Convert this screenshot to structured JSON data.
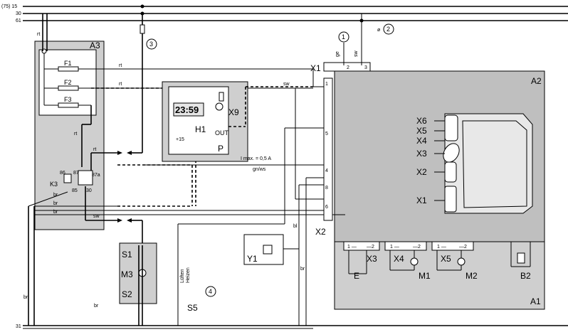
{
  "rails": {
    "r15": "(75) 15",
    "r30": "30",
    "r61": "61",
    "r31": "31"
  },
  "callouts": {
    "c1": "1",
    "c2": "2",
    "c3": "3",
    "c4": "4",
    "c2_prefix": "ø"
  },
  "components": {
    "A1": "A1",
    "A2": "A2",
    "A3": "A3",
    "F1": "F1",
    "F2": "F2",
    "F3": "F3",
    "K3": "K3",
    "H1": "H1",
    "P": "P",
    "X9": "X9",
    "X1_top": "X1",
    "X2_side": "X2",
    "X1": "X1",
    "X2": "X2",
    "X3": "X3",
    "X4": "X4",
    "X5": "X5",
    "X6": "X6",
    "Y1": "Y1",
    "S1": "S1",
    "S2": "S2",
    "M3": "M3",
    "S5": "S5",
    "E": "E",
    "M1": "M1",
    "M2": "M2",
    "B2": "B2",
    "X3b": "X3",
    "X4b": "X4",
    "X5b": "X5"
  },
  "wire_colors": {
    "rt": "rt",
    "sw": "sw",
    "br": "br",
    "ge": "ge",
    "bl": "bl",
    "gnws": "gn/ws"
  },
  "labels": {
    "imax": "I max. = 0,5 A",
    "clock": "23:59",
    "out": "OUT",
    "plus15": "+15",
    "luften": "Lüften",
    "heizen": "Heizen",
    "pin86": "86",
    "pin87": "87",
    "pin87a": "87a",
    "pin85": "85",
    "pin30": "30",
    "p1": "1",
    "p2": "2",
    "p3": "3",
    "p4": "4",
    "p5": "5",
    "p6": "6",
    "p8": "8",
    "dash1": "1 —",
    "dash2": "—2"
  }
}
